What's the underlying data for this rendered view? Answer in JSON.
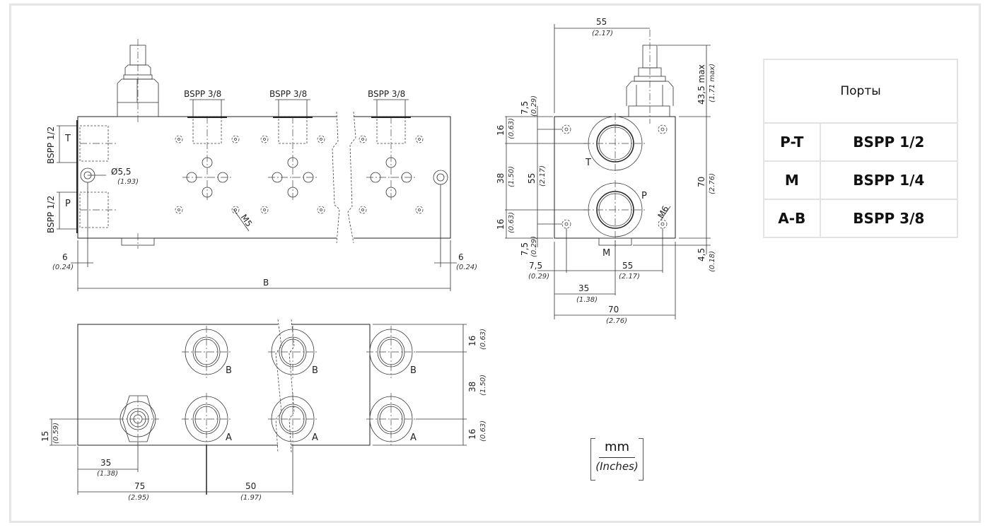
{
  "ports_table": {
    "title": "Порты",
    "rows": [
      {
        "port": "P-T",
        "thread": "BSPP 1/2"
      },
      {
        "port": "M",
        "thread": "BSPP 1/4"
      },
      {
        "port": "A-B",
        "thread": "BSPP 3/8"
      }
    ]
  },
  "units_legend": {
    "numerator": "mm",
    "denominator": "(Inches)"
  },
  "front_view": {
    "thread_labels": [
      "BSPP 3/8",
      "BSPP 3/8",
      "BSPP 3/8"
    ],
    "port_t_thread": "BSPP 1/2",
    "port_p_thread": "BSPP 1/2",
    "port_t_label": "T",
    "port_p_label": "P",
    "hole_diameter": "Ø5,5",
    "hole_diameter_in": "(1.93)",
    "screw_label": "M5",
    "edge_left": "6",
    "edge_left_in": "(0.24)",
    "edge_right": "6",
    "edge_right_in": "(0.24)",
    "length_label": "B"
  },
  "side_view": {
    "top_dim": "55",
    "top_dim_in": "(2.17)",
    "height_max": "43,5 max",
    "height_max_in": "(1.71 max)",
    "height": "70",
    "height_in": "(2.76)",
    "bottom_offset": "4,5",
    "bottom_offset_in": "(0.18)",
    "left_7_5_top": "7,5",
    "left_7_5_top_in": "(0.29)",
    "left_16_top": "16",
    "left_16_top_in": "(0.63)",
    "left_38": "38",
    "left_38_in": "(1.50)",
    "left_55": "55",
    "left_55_in": "(2.17)",
    "left_16_bot": "16",
    "left_16_bot_in": "(0.63)",
    "left_7_5_bot": "7,5",
    "left_7_5_bot_in": "(0.29)",
    "bottom_7_5": "7,5",
    "bottom_7_5_in": "(0.29)",
    "bottom_55": "55",
    "bottom_55_in": "(2.17)",
    "bottom_35": "35",
    "bottom_35_in": "(1.38)",
    "width": "70",
    "width_in": "(2.76)",
    "port_t_label": "T",
    "port_p_label": "P",
    "port_m_label": "M",
    "screw_label": "M6"
  },
  "bottom_view": {
    "port_b_labels": [
      "B",
      "B",
      "B"
    ],
    "port_a_labels": [
      "A",
      "A",
      "A"
    ],
    "right_16_top": "16",
    "right_16_top_in": "(0.63)",
    "right_38": "38",
    "right_38_in": "(1.50)",
    "right_16_bot": "16",
    "right_16_bot_in": "(0.63)",
    "left_15": "15",
    "left_15_in": "(0.59)",
    "dim_35": "35",
    "dim_35_in": "(1.38)",
    "dim_75": "75",
    "dim_75_in": "(2.95)",
    "dim_50": "50",
    "dim_50_in": "(1.97)"
  }
}
